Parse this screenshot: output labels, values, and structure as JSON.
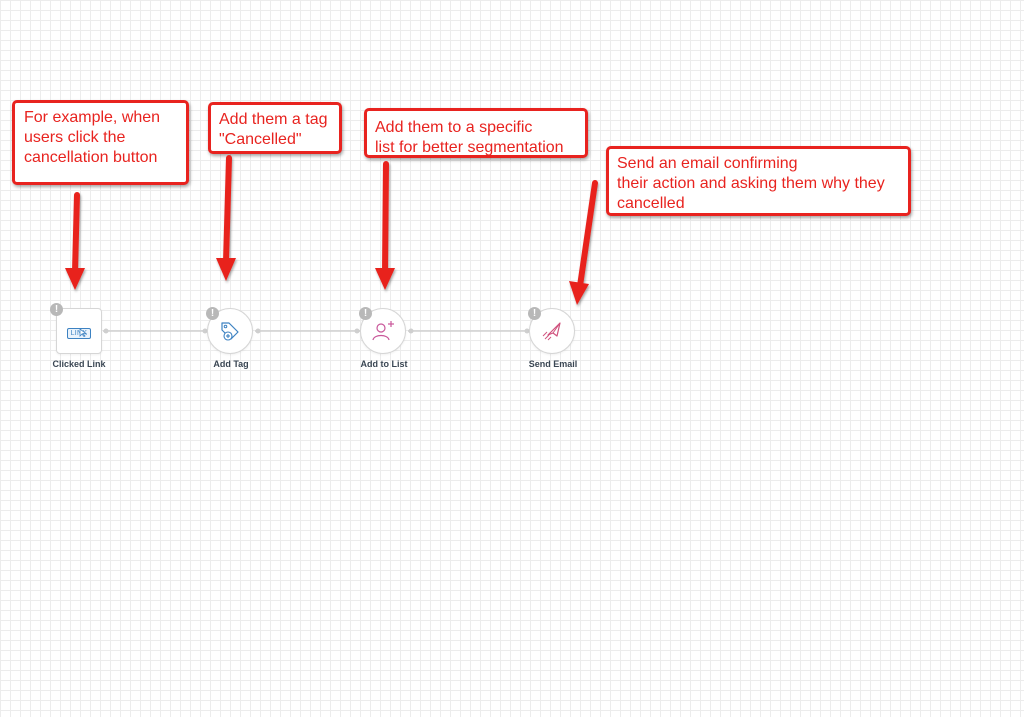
{
  "callouts": [
    {
      "text": "For example, when\nusers click the\ncancellation button"
    },
    {
      "text": "Add them a tag\n\"Cancelled\""
    },
    {
      "text": "Add them to a specific\nlist for better segmentation"
    },
    {
      "text": "Send an email confirming\ntheir action and asking them why they\ncancelled"
    }
  ],
  "workflow": {
    "nodes": [
      {
        "label": "Clicked Link",
        "icon": "link-cursor-icon",
        "badge": "LINK",
        "warning": "!"
      },
      {
        "label": "Add Tag",
        "icon": "tag-add-icon",
        "warning": "!"
      },
      {
        "label": "Add to List",
        "icon": "user-add-icon",
        "warning": "!"
      },
      {
        "label": "Send Email",
        "icon": "paper-plane-icon",
        "warning": "!"
      }
    ]
  },
  "colors": {
    "annotation": "#e8231f",
    "link_icon": "#3d82c2",
    "list_icon": "#c9579a",
    "email_icon": "#d0537e",
    "connector": "#d0d0d0"
  }
}
